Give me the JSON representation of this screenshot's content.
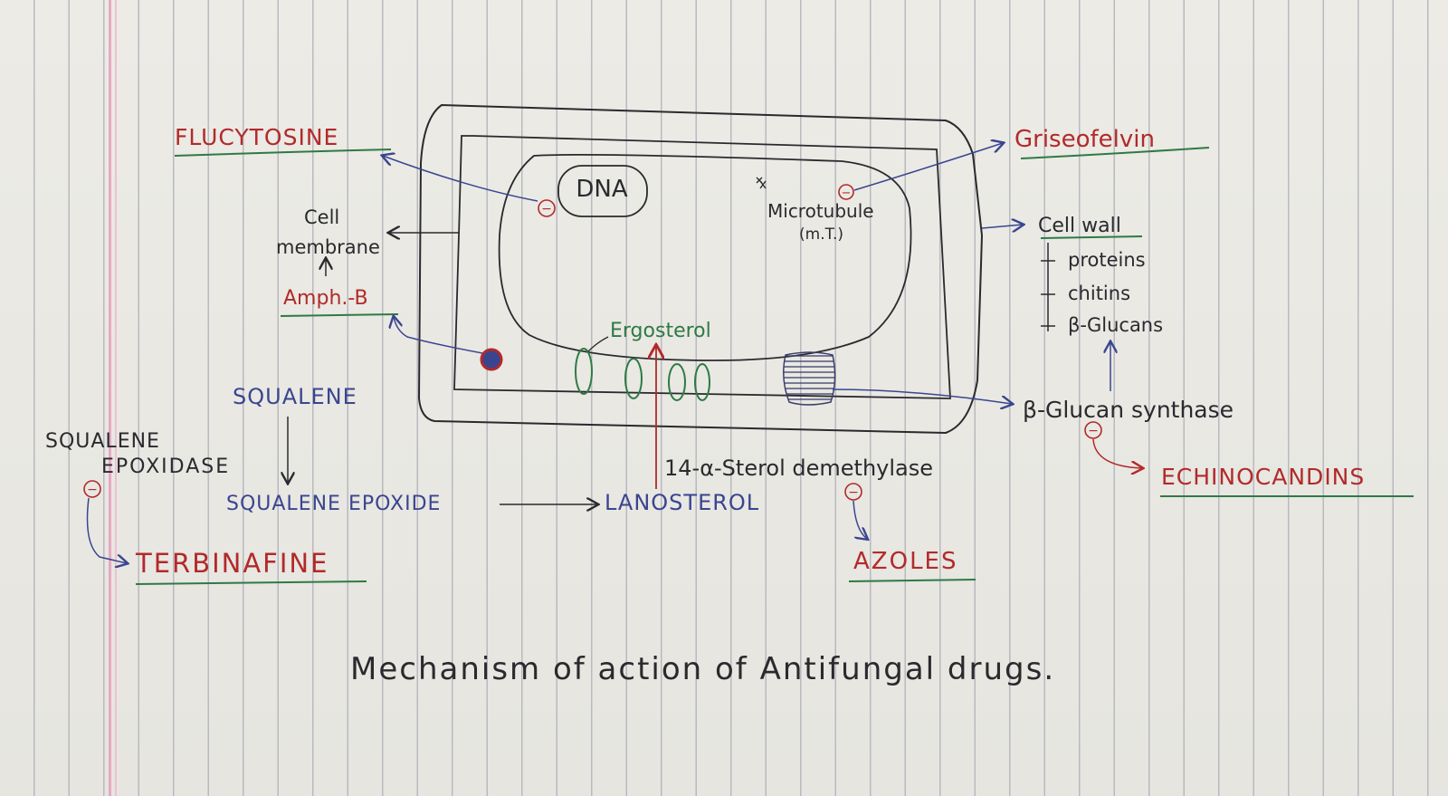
{
  "colors": {
    "ink_black": "#2a2a2e",
    "ink_red": "#b22a2a",
    "ink_green": "#2e7a45",
    "ink_blue": "#3a4590",
    "paper": "#ecebe6",
    "rule": "#b9b9c0",
    "margin": "#e7a9c4"
  },
  "labels": {
    "flucytosine": "FLUCYTOSINE",
    "dna": "DNA",
    "griseofulvin": "Griseofelvin",
    "microtubule": "Microtubule",
    "microtubule_abbr": "(m.T.)",
    "cell_membrane_1": "Cell",
    "cell_membrane_2": "membrane",
    "cell_wall": "Cell wall",
    "wall_items": [
      "proteins",
      "chitins",
      "β-Glucans"
    ],
    "amph_b": "Amph.-B",
    "ergosterol": "Ergosterol",
    "squalene": "SQUALENE",
    "squalene_epoxidase_1": "SQUALENE",
    "squalene_epoxidase_2": "EPOXIDASE",
    "squalene_epoxide": "SQUALENE EPOXIDE",
    "lanosterol": "LANOSTEROL",
    "demethylase": "14-α-Sterol demethylase",
    "glucan_synthase": "β-Glucan synthase",
    "echinocandins": "ECHINOCANDINS",
    "terbinafine": "TERBINAFINE",
    "azoles": "AZOLES",
    "inhibit_symbol": "−",
    "caption": "Mechanism of action of Antifungal drugs."
  }
}
